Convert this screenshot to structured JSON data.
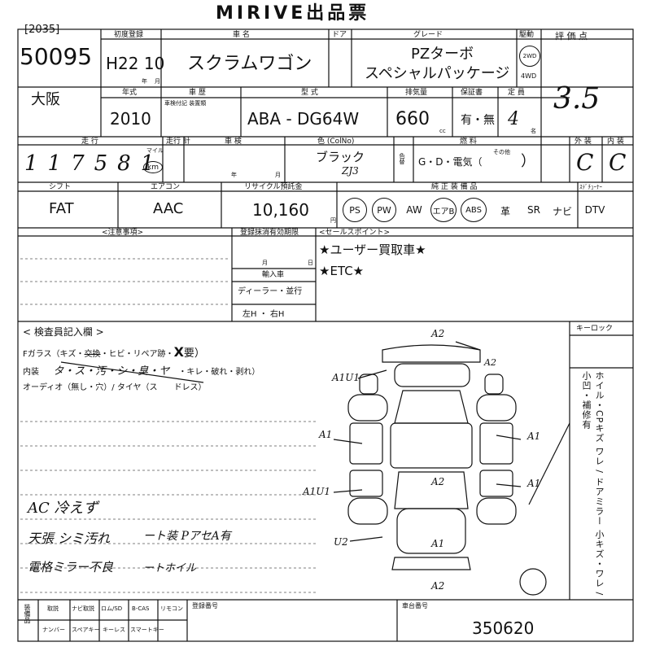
{
  "title": "MIRIVE出品票",
  "lot_bracket": "[2035]",
  "lot_number": "50095",
  "region": "大阪",
  "labels": {
    "first_reg": "初度登録",
    "car_name": "車 名",
    "door": "ドア",
    "grade": "グレード",
    "drive": "駆動",
    "score": "評 価 点",
    "model_year": "年式",
    "body_code": "車 歴",
    "body_note": "車検付記 装置類",
    "model_type": "型 式",
    "displacement": "排気量",
    "warranty": "保証書",
    "seats": "定 員",
    "mileage": "走 行",
    "mileage_unit_small": "マイル",
    "mileage_unit": "km",
    "extra": "走行 計",
    "inspection": "車 検",
    "color": "色 (ColNo)",
    "color_change": "色替",
    "fuel": "燃 料",
    "fuel_other": "その他",
    "exterior": "外 装",
    "interior": "内 装",
    "shift": "シフト",
    "aircon": "エアコン",
    "recycle": "リサイクル預託金",
    "equipment": "純 正 装 備 品",
    "tuner": "ｽﾃﾞﾁｭｰﾅｰ",
    "notes": "<注意事項>",
    "reg_expiry": "登録抹消有効期限",
    "sales_point": "<セールスポイント>",
    "import": "輸入車",
    "dealer": "ディーラー・並行",
    "steering": "左H ・ 右H",
    "inspector": "< 検査員記入欄 >",
    "keylock": "キーロック",
    "f_glass": "Fガラス（キズ・",
    "f_glass_2": "・ヒビ・リペア跡・",
    "f_glass_mark": "X",
    "f_glass_req": "要）",
    "f_glass_struck": "交換",
    "interior_check": "内装",
    "interior_tail": "・キレ・破れ・剥れ）",
    "audio": "オーディオ（無し・穴）/ タイヤ（ス",
    "audio_tail": "ドレス）",
    "bottom_1": "取説",
    "bottom_2": "ナビ取説",
    "bottom_3": "ロム/SD",
    "bottom_4": "B-CAS",
    "bottom_5": "リモコン",
    "bottom_6": "ナンバー",
    "bottom_7": "スペアキー",
    "bottom_8": "キーレス",
    "bottom_9": "スマートキー",
    "reg_number": "登録番号",
    "chassis_label": "車台番号",
    "chassis_side": "装備品",
    "year_unit": "年",
    "month_unit": "月",
    "day_unit": "日",
    "yen": "円",
    "cc": "cc",
    "seat_unit": "名"
  },
  "values": {
    "first_reg": "H22 10",
    "car_name": "スクラムワゴン",
    "grade_1": "PZターボ",
    "grade_2": "スペシャルパッケージ",
    "drive_1": "2WD",
    "drive_2": "4WD",
    "score": "3.5",
    "model_year": "2010",
    "model_type": "ABA - DG64W",
    "displacement": "660",
    "warranty": "有・無",
    "seats": "4",
    "mileage": "117581",
    "color": "ブラック",
    "color_code": "ZJ3",
    "fuel": "G・D・電気（",
    "fuel_close": "）",
    "exterior": "C",
    "interior": "C",
    "shift": "FAT",
    "aircon": "AAC",
    "recycle": "10,160",
    "sales_1": "★ユーザー買取車★",
    "sales_2": "★ETC★",
    "chassis": "350620"
  },
  "equipment": [
    "PS",
    "PW",
    "AW",
    "エアB",
    "ABS",
    "革",
    "SR",
    "ナビ",
    "DTV"
  ],
  "equipment_circled": [
    "PS",
    "PW",
    "エアB",
    "ABS"
  ],
  "interior_codes": "タ・ス・汚・シ・臭・ヤ",
  "handwritten": {
    "note_1": "AC 冷えず",
    "note_2": "天張 シミ汚れ",
    "note_2b": "ート装 PアセA有",
    "note_3": "電格ミラー不良",
    "note_3b": "ートホイル",
    "diagram_marks": [
      "A2",
      "A1U1",
      "A1",
      "A1",
      "A2",
      "A1U1",
      "A1",
      "U2",
      "A1",
      "A2",
      "A2"
    ]
  },
  "right_vertical": "ホイル・CPキズ ワレ / ドアミラー 小キズ・ワレ / 小凹・補修有"
}
